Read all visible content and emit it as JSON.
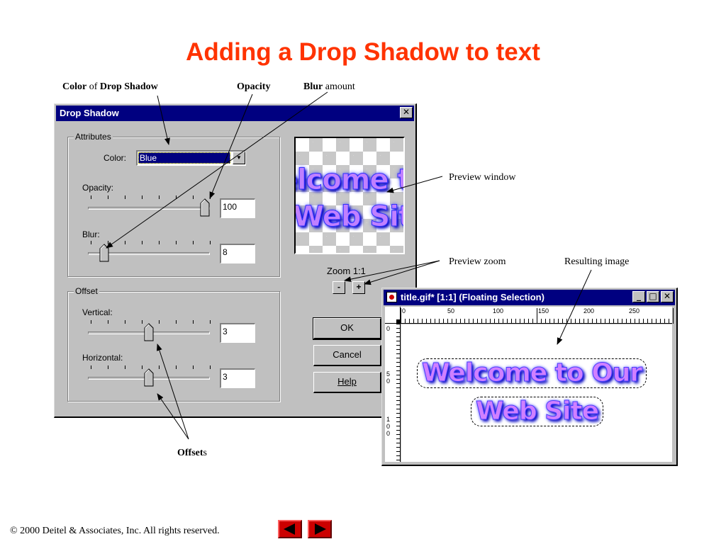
{
  "slide": {
    "title": "Adding a Drop Shadow to text",
    "footer": "© 2000 Deitel & Associates, Inc.  All rights reserved."
  },
  "annotations": {
    "color_bold1": "Color",
    "color_mid": " of ",
    "color_bold2": "Drop Shadow",
    "opacity": "Opacity",
    "blur_bold": "Blur",
    "blur_rest": " amount",
    "preview_window": "Preview window",
    "preview_zoom": "Preview zoom",
    "resulting_image": "Resulting image",
    "offsets_bold": "Offset",
    "offsets_rest": "s"
  },
  "dialog": {
    "title": "Drop Shadow",
    "close": "✕",
    "attributes_group": "Attributes",
    "color_label": "Color:",
    "color_value": "Blue",
    "opacity_label": "Opacity:",
    "opacity_value": "100",
    "opacity_level": 1.0,
    "blur_label": "Blur:",
    "blur_value": "8",
    "blur_level": 0.1,
    "offset_group": "Offset",
    "vertical_label": "Vertical:",
    "vertical_value": "3",
    "vertical_level": 0.5,
    "horizontal_label": "Horizontal:",
    "horizontal_value": "3",
    "horizontal_level": 0.5,
    "preview_line1": "Welcome to",
    "preview_line2": "Web Site",
    "zoom_label": "Zoom 1:1",
    "zoom_out": "-",
    "zoom_in": "+",
    "ok": "OK",
    "cancel": "Cancel",
    "help": "Help"
  },
  "result_window": {
    "title": "title.gif* [1:1] (Floating Selection)",
    "minimize": "_",
    "maximize": "□",
    "close": "✕",
    "ruler_h": [
      "0",
      "50",
      "100",
      "150",
      "200",
      "250"
    ],
    "ruler_v": [
      "0",
      "5",
      "0",
      "1",
      "0",
      "0"
    ],
    "line1": "Welcome to Our",
    "line2": "Web Site"
  },
  "colors": {
    "title": "#ff3300",
    "titlebar": "#000080",
    "window": "#c0c0c0",
    "nav_arrow": "#cc0000"
  },
  "icons": {
    "prev": "arrow-left-icon",
    "next": "arrow-right-icon"
  }
}
